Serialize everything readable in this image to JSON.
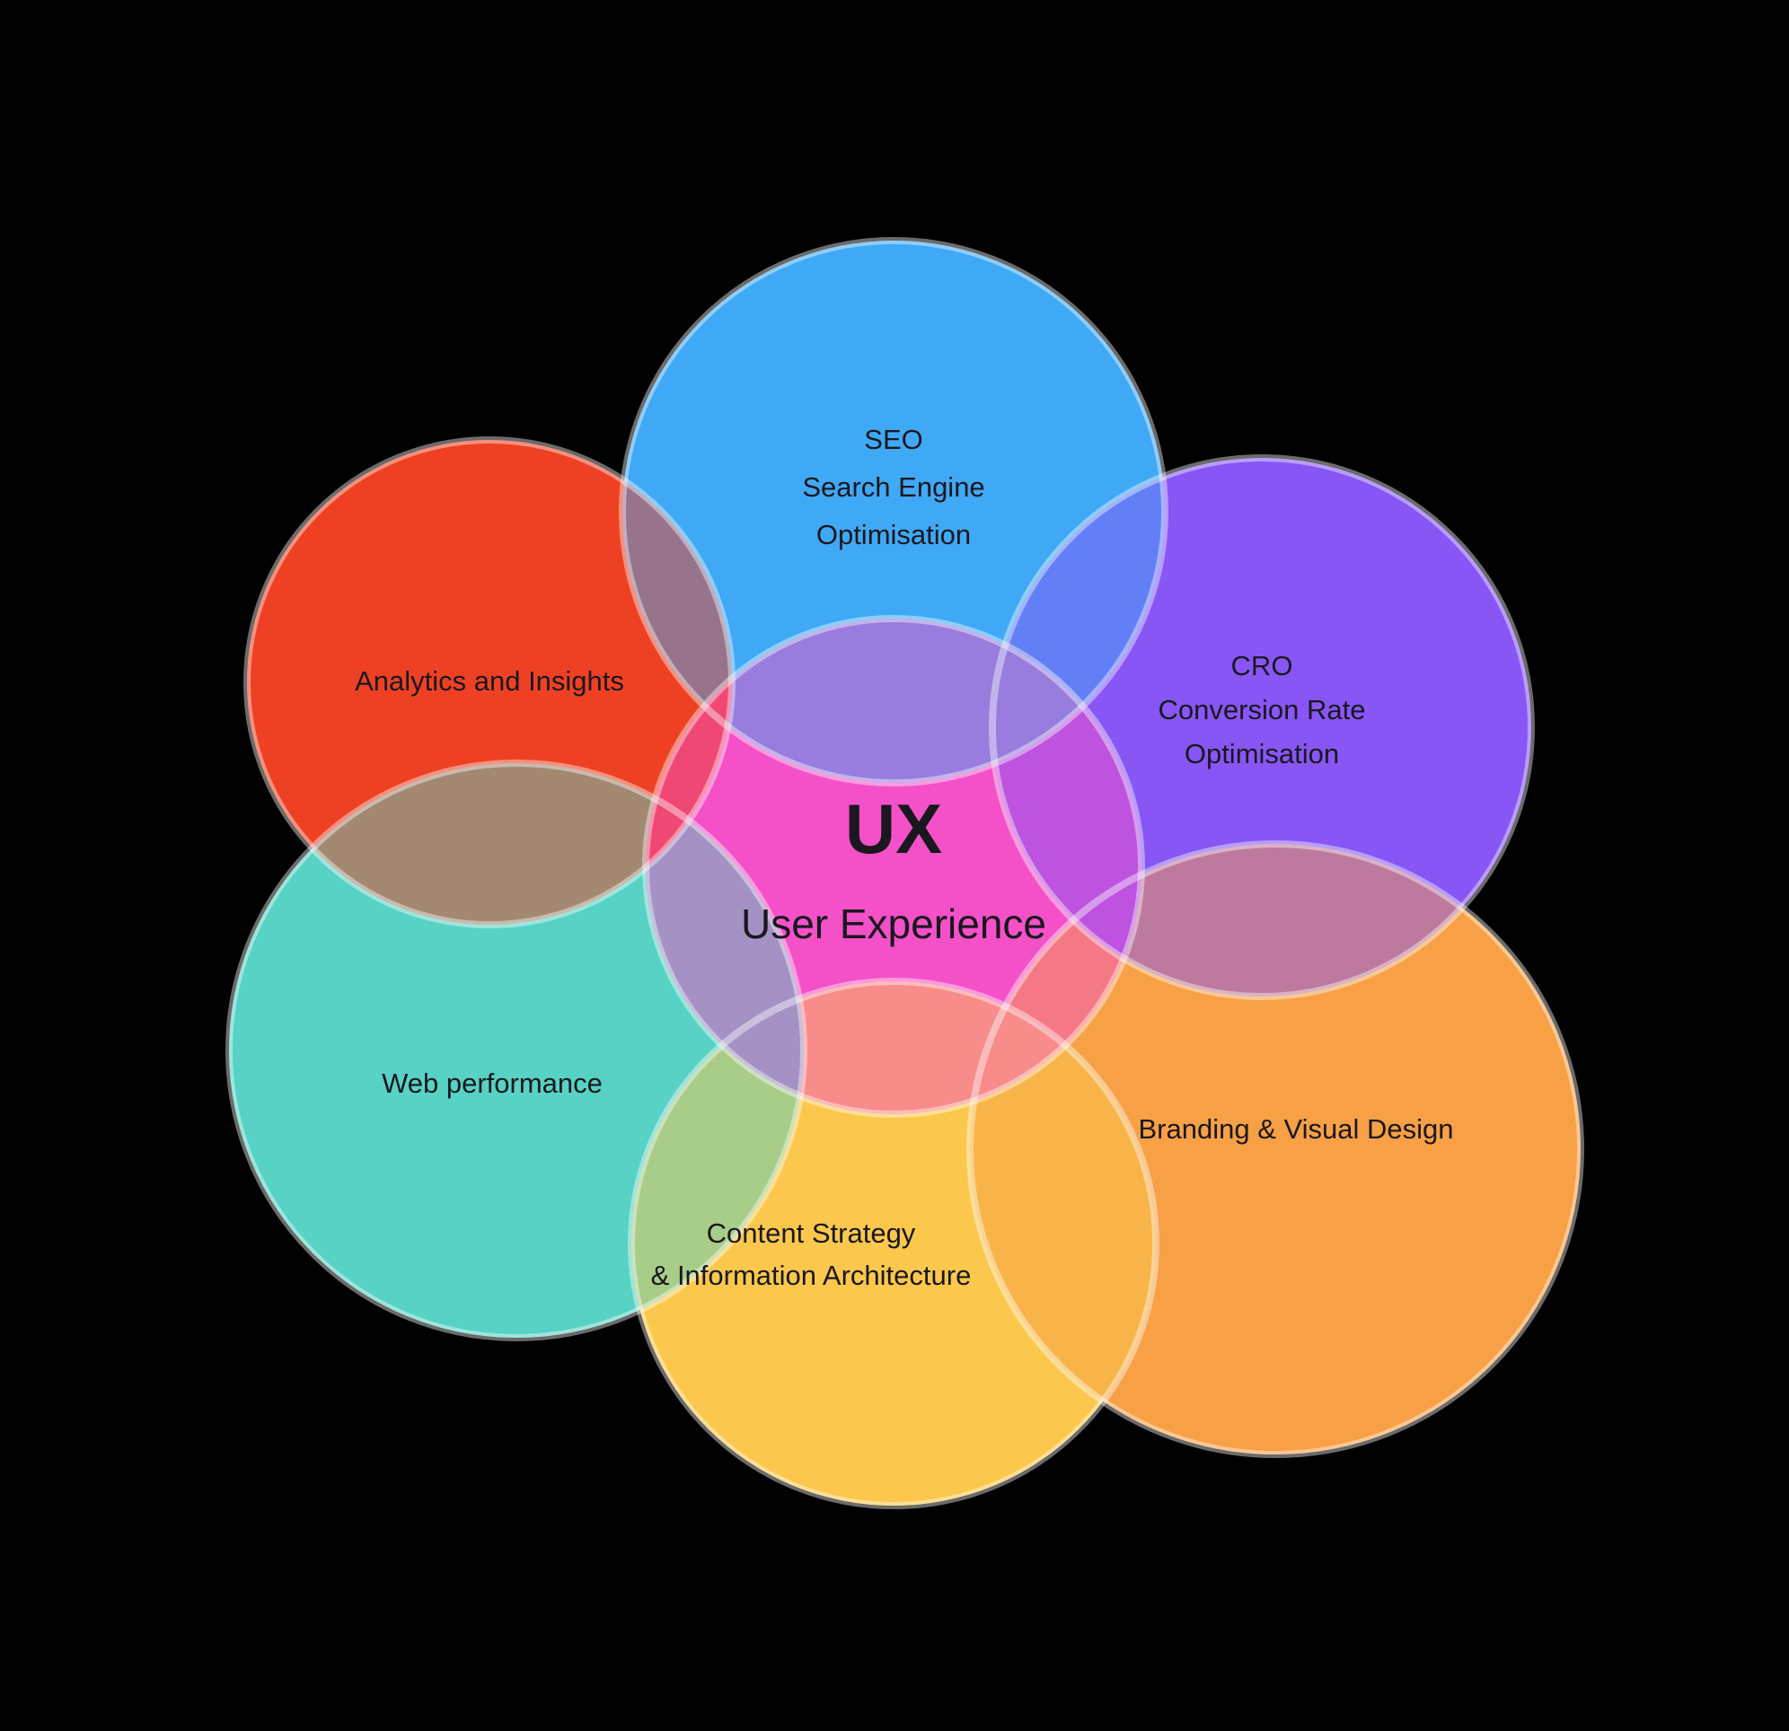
{
  "background": "#000000",
  "outline_color": "rgba(255,255,255,0.42)",
  "text_color": "#1a171f",
  "circles": [
    {
      "id": "seo",
      "color": "#3FA9F5",
      "lines": [
        "SEO",
        "Search Engine",
        "Optimisation"
      ]
    },
    {
      "id": "cro",
      "color": "#8756F5",
      "lines": [
        "CRO",
        "Conversion Rate",
        "Optimisation"
      ]
    },
    {
      "id": "analytics",
      "color": "#EE4123",
      "lines": [
        "Analytics and Insights"
      ]
    },
    {
      "id": "web_performance",
      "color": "#57D2C4",
      "lines": [
        "Web performance"
      ]
    },
    {
      "id": "content",
      "color": "#FBC84D",
      "lines": [
        "Content Strategy",
        "& Information Architecture"
      ]
    },
    {
      "id": "branding",
      "color": "#F7A046",
      "lines": [
        "Branding & Visual Design"
      ]
    },
    {
      "id": "ux",
      "color": "#F451C8",
      "lines": [
        "UX",
        "User Experience"
      ]
    }
  ]
}
